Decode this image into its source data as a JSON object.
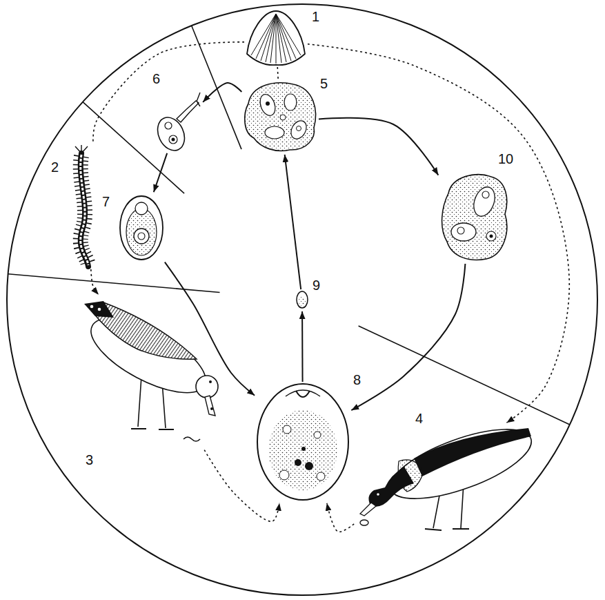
{
  "diagram": {
    "nodes": [
      {
        "text": [
          "1"
        ]
      },
      {
        "text": [
          "2"
        ]
      },
      {
        "text": [
          "3"
        ]
      },
      {
        "text": [
          "4"
        ]
      },
      {
        "text": [
          "5"
        ]
      },
      {
        "text": [
          "6"
        ]
      },
      {
        "text": [
          "7"
        ]
      },
      {
        "text": [
          "8"
        ]
      },
      {
        "text": [
          "9"
        ]
      },
      {
        "text": [
          "10"
        ]
      }
    ],
    "edges": [
      {
        "from": 8,
        "to": 4,
        "arrow": "to"
      },
      {
        "from": 4,
        "to": 5,
        "arrow": "to"
      },
      {
        "from": 5,
        "to": 6,
        "arrow": "to"
      },
      {
        "from": 6,
        "to": 7,
        "arrow": "to"
      },
      {
        "from": 4,
        "to": 9,
        "arrow": "to"
      },
      {
        "from": 9,
        "to": 7,
        "arrow": "to"
      },
      {
        "from": 7,
        "to": 8,
        "arrow": "to"
      },
      {
        "from": 0,
        "to": 4,
        "arrow": "none"
      },
      {
        "from": 0,
        "to": 1,
        "arrow": "none"
      },
      {
        "from": 1,
        "to": 2,
        "arrow": "to"
      },
      {
        "from": 0,
        "to": 3,
        "arrow": "to"
      },
      {
        "from": 2,
        "to": 7,
        "arrow": "to"
      },
      {
        "from": 3,
        "to": 7,
        "arrow": "to"
      }
    ]
  }
}
